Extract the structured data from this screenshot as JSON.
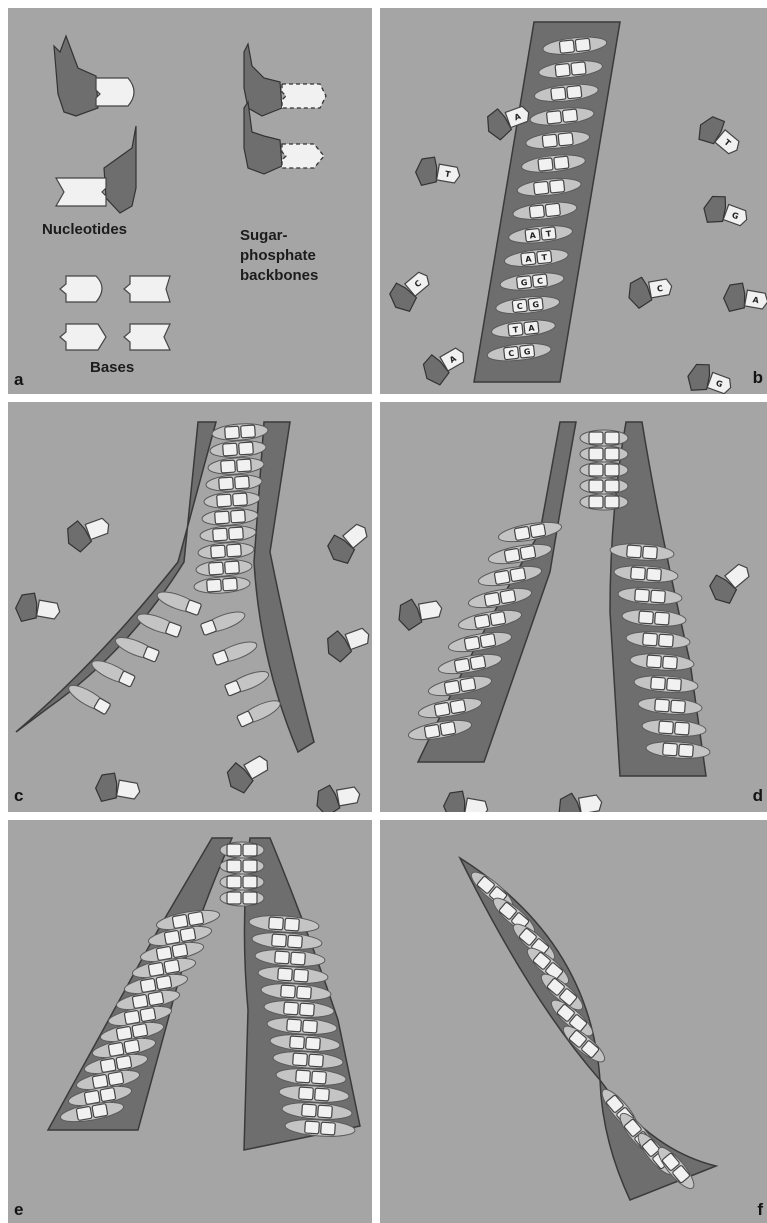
{
  "panels": {
    "a": {
      "label": "a",
      "nucleotides_label": "Nucleotides",
      "sugar_label_line1": "Sugar-",
      "sugar_label_line2": "phosphate",
      "sugar_label_line3": "backbones",
      "bases_label": "Bases"
    },
    "b": {
      "label": "b"
    },
    "c": {
      "label": "c"
    },
    "d": {
      "label": "d"
    },
    "e": {
      "label": "e"
    },
    "f": {
      "label": "f"
    }
  },
  "panel_b_base_pairs": [
    [
      "",
      ""
    ],
    [
      "",
      ""
    ],
    [
      "",
      ""
    ],
    [
      "",
      ""
    ],
    [
      "",
      ""
    ],
    [
      "",
      ""
    ],
    [
      "",
      ""
    ],
    [
      "",
      ""
    ],
    [
      "A",
      "T"
    ],
    [
      "A",
      "T"
    ],
    [
      "G",
      "C"
    ],
    [
      "C",
      "G"
    ],
    [
      "T",
      "A"
    ],
    [
      "C",
      "G"
    ]
  ],
  "panel_b_free_nucleotides": [
    "A",
    "T",
    "T",
    "G",
    "C",
    "C",
    "A",
    "A",
    "G"
  ],
  "colors": {
    "panel_background": "#a5a5a5",
    "backbone": "#6e6e6e",
    "rung": "#c4c4c4",
    "base": "#f1f1f1"
  }
}
